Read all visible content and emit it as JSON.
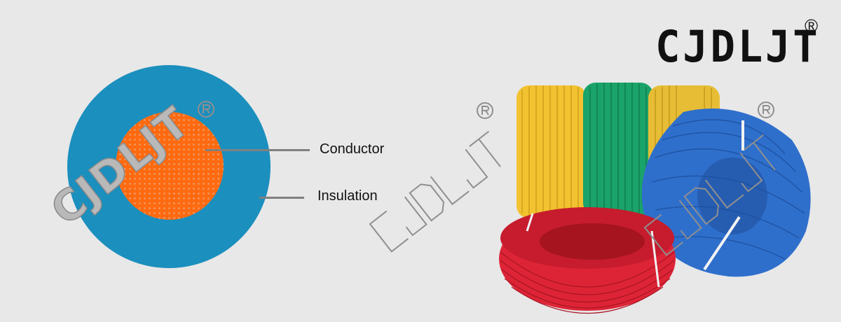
{
  "brand": {
    "logo_text": "CJDLJT",
    "registered_mark": "®",
    "watermark_text": "CJDLJT"
  },
  "diagram": {
    "labels": {
      "conductor": "Conductor",
      "insulation": "Insulation"
    },
    "colors": {
      "insulation": "#1b8fbe",
      "conductor": "#ff6a10",
      "leader": "#808080",
      "background": "#e8e8e8"
    }
  },
  "product_photo": {
    "coil_colors": [
      "#f2c230",
      "#1aa36a",
      "#e7bd35",
      "#2f6fcc",
      "#dd2436"
    ]
  }
}
